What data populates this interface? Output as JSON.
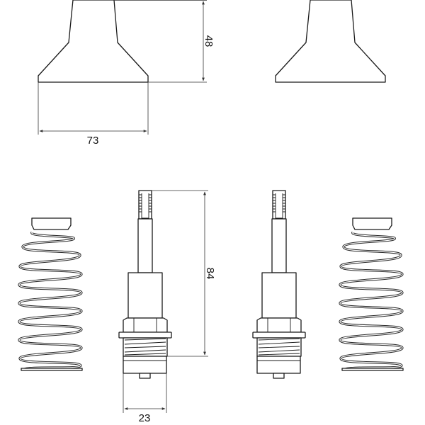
{
  "drawing": {
    "dimensions": {
      "cap_height": "48",
      "cap_width": "73",
      "cartridge_height": "84",
      "cartridge_width": "23"
    },
    "parts": [
      {
        "name": "handle-cap-left"
      },
      {
        "name": "handle-cap-right"
      },
      {
        "name": "spring-left"
      },
      {
        "name": "cartridge-left"
      },
      {
        "name": "cartridge-right"
      },
      {
        "name": "spring-right"
      }
    ],
    "colors": {
      "line": "#1a1a1a",
      "background": "#ffffff"
    }
  }
}
